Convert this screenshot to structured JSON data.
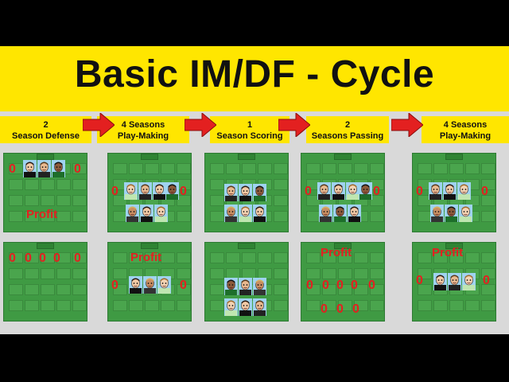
{
  "title": "Basic IM/DF - Cycle",
  "stages": [
    {
      "line1": "2",
      "line2": "Season Defense"
    },
    {
      "line1": "4 Seasons",
      "line2": "Play-Making"
    },
    {
      "line1": "1",
      "line2": "Season Scoring"
    },
    {
      "line1": "2",
      "line2": "Seasons Passing"
    },
    {
      "line1": "4 Seasons",
      "line2": "Play-Making"
    }
  ],
  "profit_label": "Profit",
  "zero_symbol": "0",
  "colors": {
    "accent_yellow": "#ffe600",
    "arrow_red": "#e32020",
    "pitch_green": "#3f9a43"
  }
}
